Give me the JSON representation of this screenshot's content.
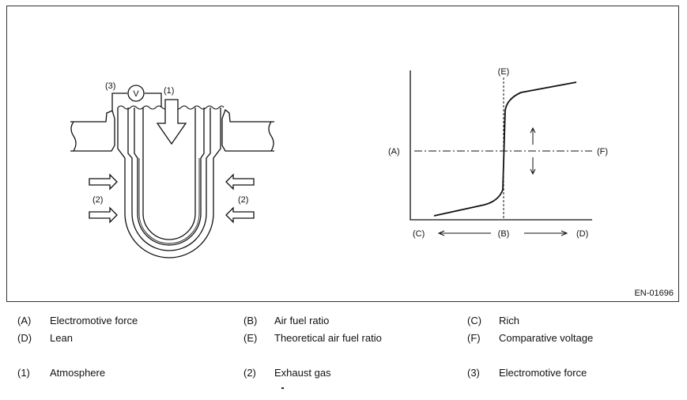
{
  "figure": {
    "code": "EN-01696",
    "sensor_labels": {
      "voltmeter_symbol": "V",
      "label_3": "(3)",
      "label_1": "(1)",
      "label_2": "(2)"
    },
    "chart_labels": {
      "a": "(A)",
      "b": "(B)",
      "c": "(C)",
      "d": "(D)",
      "e": "(E)",
      "f": "(F)"
    }
  },
  "legend": {
    "rows": [
      [
        {
          "key": "(A)",
          "text": "Electromotive force"
        },
        {
          "key": "(B)",
          "text": "Air fuel ratio"
        },
        {
          "key": "(C)",
          "text": "Rich"
        }
      ],
      [
        {
          "key": "(D)",
          "text": "Lean"
        },
        {
          "key": "(E)",
          "text": "Theoretical air fuel ratio"
        },
        {
          "key": "(F)",
          "text": "Comparative voltage"
        }
      ],
      [
        {
          "key": "(1)",
          "text": "Atmosphere"
        },
        {
          "key": "(2)",
          "text": "Exhaust gas"
        },
        {
          "key": "(3)",
          "text": "Electromotive force"
        }
      ]
    ]
  }
}
